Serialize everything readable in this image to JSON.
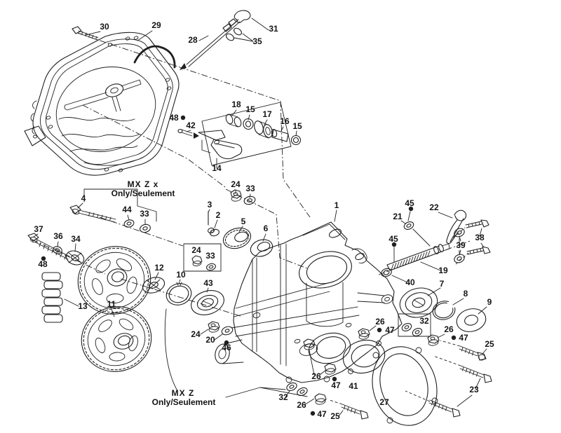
{
  "diagram": {
    "type": "exploded-parts-diagram",
    "background": "#ffffff",
    "line_color": "#1f1f1f",
    "callouts": [
      "30",
      "29",
      "28",
      "31",
      "35",
      "18",
      "15",
      "17",
      "16",
      "15",
      "48",
      "42",
      "14",
      "4",
      "44",
      "33",
      "24",
      "33",
      "3",
      "2",
      "5",
      "6",
      "37",
      "36",
      "34",
      "48",
      "1",
      "45",
      "21",
      "22",
      "45",
      "39",
      "38",
      "19",
      "40",
      "7",
      "8",
      "9",
      "24",
      "33",
      "12",
      "10",
      "43",
      "13",
      "11",
      "24",
      "20",
      "46",
      "26",
      "47",
      "32",
      "26",
      "47",
      "25",
      "26",
      "47",
      "41",
      "27",
      "23",
      "32",
      "26",
      "47",
      "25"
    ],
    "annotations": {
      "mxzx": {
        "line1": "MX Z x",
        "line2": "Only/Seulement"
      },
      "mxz": {
        "line1": "MX Z",
        "line2": "Only/Seulement"
      }
    }
  }
}
